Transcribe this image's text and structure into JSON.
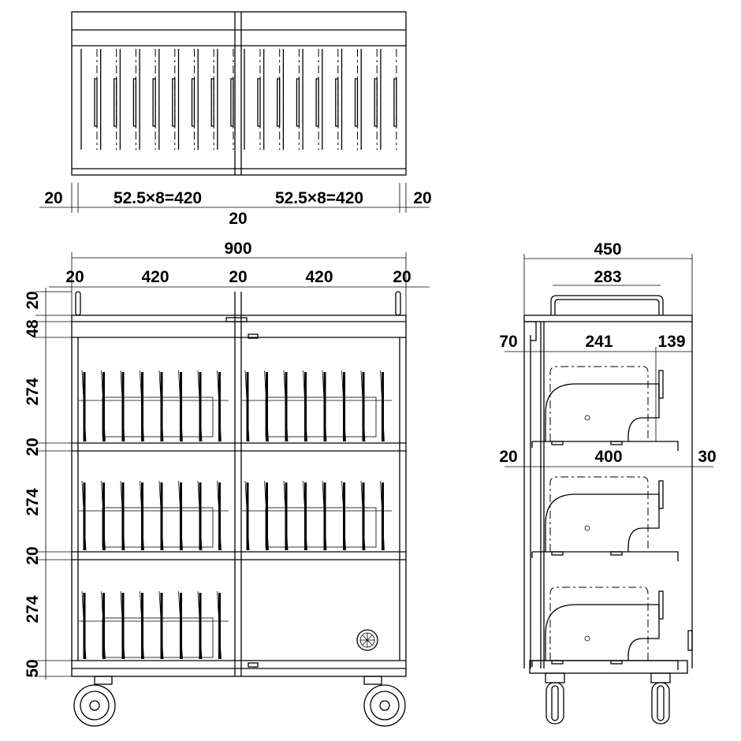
{
  "top_view": {
    "dims": {
      "left_margin": "20",
      "left_span": "52.5×8=420",
      "center": "20",
      "right_span": "52.5×8=420",
      "right_margin": "20"
    }
  },
  "front_view": {
    "dims": {
      "overall_width": "900",
      "left_post": "20",
      "left_bay": "420",
      "center_post": "20",
      "right_bay": "420",
      "right_post": "20",
      "v_top": "20",
      "v_band": "48",
      "v_tier1": "274",
      "v_shelf1": "20",
      "v_tier2": "274",
      "v_shelf2": "20",
      "v_tier3": "274",
      "v_base": "50"
    },
    "slots_per_bay": 8
  },
  "side_view": {
    "dims": {
      "overall_depth": "450",
      "handle": "283",
      "rear_gap": "70",
      "device": "241",
      "front_gap": "139",
      "rear": "20",
      "shelf_depth": "400",
      "front": "30"
    }
  }
}
